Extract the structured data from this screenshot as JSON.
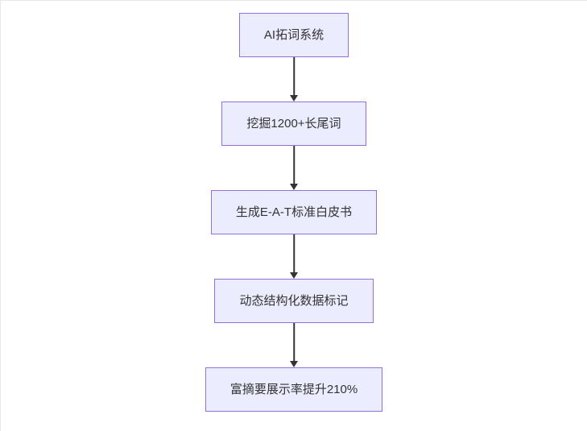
{
  "diagram": {
    "type": "flowchart",
    "direction": "top-down",
    "nodes": [
      {
        "label": "AI拓词系统"
      },
      {
        "label": "挖掘1200+长尾词"
      },
      {
        "label": "生成E-A-T标准白皮书"
      },
      {
        "label": "动态结构化数据标记"
      },
      {
        "label": "富摘要展示率提升210%"
      }
    ],
    "edges": [
      {
        "from": 0,
        "to": 1,
        "style": "arrow-down"
      },
      {
        "from": 1,
        "to": 2,
        "style": "arrow-down"
      },
      {
        "from": 2,
        "to": 3,
        "style": "arrow-down"
      },
      {
        "from": 3,
        "to": 4,
        "style": "arrow-down"
      }
    ],
    "colors": {
      "node_fill": "#ececff",
      "node_border": "#9370db",
      "node_text": "#333333",
      "arrow": "#333333",
      "background": "#ffffff"
    }
  }
}
